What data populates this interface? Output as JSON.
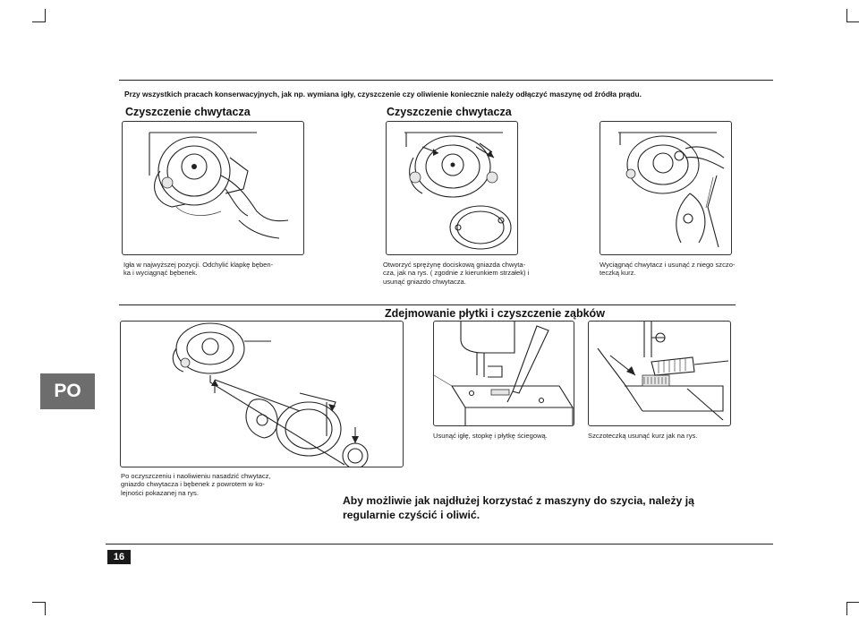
{
  "warning": "Przy wszystkich pracach konserwacyjnych, jak np. wymiana igły, czyszczenie czy oliwienie koniecznie należy odłączyć maszynę od źródła prądu.",
  "sections": {
    "hook_cleaning_left": "Czyszczenie chwytacza",
    "hook_cleaning_right": "Czyszczenie chwytacza",
    "plate_removal": "Zdejmowanie płytki i czyszczenie ząbków"
  },
  "captions": {
    "step1": "Igła w najwyższej pozycji. Odchylić klapkę bęben-\nka i wyciągnąć bębenek.",
    "step2": "Otworzyć sprężynę dociskową gniazda chwyta-\ncza, jak na rys. ( zgodnie z kierunkiem strzałek) i\nusunąć gniazdo chwytacza.",
    "step3": "Wyciągnąć chwytacz i usunąć z niego szczo-\nteczką kurz.",
    "step4": "Usunąć igłę, stopkę i płytkę ściegową.",
    "step5": "Szczoteczką usunąć kurz jak na rys.",
    "reassembly": "Po oczyszczeniu i naoliwieniu nasadzić chwytacz,\ngniazdo chwytacza i bębenek z powrotem w ko-\nlejności pokazanej na rys."
  },
  "final_note": "Aby możliwie jak najdłużej korzystać z maszyny do szycia, należy ją\nregularnie czyścić i oliwić.",
  "language_tab": "PO",
  "page_number": "16",
  "colors": {
    "tab_bg": "#6d6d6d",
    "page_number_bg": "#1a1a1a",
    "line": "#222222"
  }
}
